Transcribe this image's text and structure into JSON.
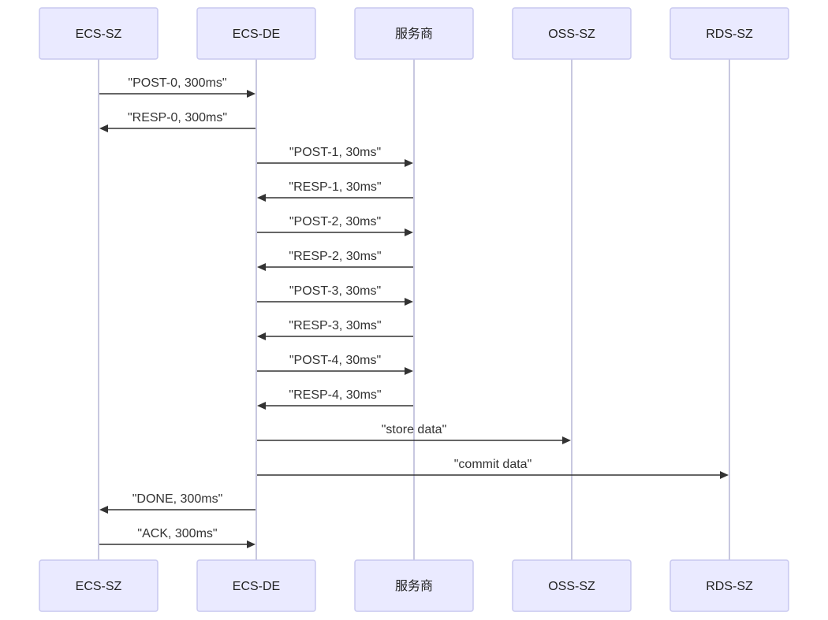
{
  "diagram": {
    "type": "sequence",
    "participants": [
      {
        "id": "ecs_sz",
        "label": "ECS-SZ"
      },
      {
        "id": "ecs_de",
        "label": "ECS-DE"
      },
      {
        "id": "provider",
        "label": "服务商"
      },
      {
        "id": "oss_sz",
        "label": "OSS-SZ"
      },
      {
        "id": "rds_sz",
        "label": "RDS-SZ"
      }
    ],
    "messages": [
      {
        "from": "ecs_sz",
        "to": "ecs_de",
        "label": "\"POST-0, 300ms\""
      },
      {
        "from": "ecs_de",
        "to": "ecs_sz",
        "label": "\"RESP-0, 300ms\""
      },
      {
        "from": "ecs_de",
        "to": "provider",
        "label": "\"POST-1, 30ms\""
      },
      {
        "from": "provider",
        "to": "ecs_de",
        "label": "\"RESP-1, 30ms\""
      },
      {
        "from": "ecs_de",
        "to": "provider",
        "label": "\"POST-2, 30ms\""
      },
      {
        "from": "provider",
        "to": "ecs_de",
        "label": "\"RESP-2, 30ms\""
      },
      {
        "from": "ecs_de",
        "to": "provider",
        "label": "\"POST-3, 30ms\""
      },
      {
        "from": "provider",
        "to": "ecs_de",
        "label": "\"RESP-3, 30ms\""
      },
      {
        "from": "ecs_de",
        "to": "provider",
        "label": "\"POST-4, 30ms\""
      },
      {
        "from": "provider",
        "to": "ecs_de",
        "label": "\"RESP-4, 30ms\""
      },
      {
        "from": "ecs_de",
        "to": "oss_sz",
        "label": "\"store data\""
      },
      {
        "from": "ecs_de",
        "to": "rds_sz",
        "label": "\"commit data\""
      },
      {
        "from": "ecs_de",
        "to": "ecs_sz",
        "label": "\"DONE, 300ms\""
      },
      {
        "from": "ecs_sz",
        "to": "ecs_de",
        "label": "\"ACK, 300ms\""
      }
    ]
  },
  "colors": {
    "actor_fill": "#eaeaff",
    "actor_border": "#c8c8ef",
    "lifeline": "#c8c8e0",
    "message": "#333333"
  }
}
